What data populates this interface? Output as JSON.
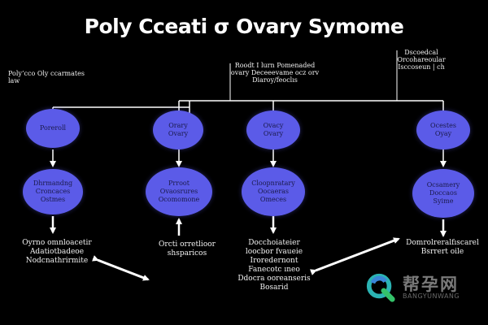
{
  "title": "Poly Cceati σ Ovary Symome",
  "notes": {
    "left": "Poly’cco Oly ccarmates\nlaw",
    "center": "Roodt I lurn Pomenaded\novary Deceeevame ocz orv\nDiaroy/feoclıs",
    "right": "Dscoedcal\nOrcohareoular\nIsccoseun | ch"
  },
  "nodes": {
    "top": [
      "Poreroll",
      "Orary\nOvary",
      "Ovacy\nOvary",
      "Ocestes\nOyay"
    ],
    "mid": [
      "Dhrmandng\nCroncaces\nOstmes",
      "Prroot\nOvaosrures\nOcomomone",
      "Cloopnratary\nOocaeras\nOmeces",
      "Ocsamery\nDoccaos\nSyime"
    ]
  },
  "captions": {
    "c1": "Oyrno omnloacetir\nAdatiotbadeoe\nNodcnathrirmite",
    "c2": "Orcti orretlioor\nshsparicos",
    "c3": "Docchoiateier\nloocbor fvaueie\nIroredernont\nFanecotc ıneo\nDdocra ooreanseris\nBosarid",
    "c4": "Domrolreralfıscarel\nBsrrert oile"
  },
  "watermark": {
    "cn": "帮孕网",
    "en": "BANGYUNWANG"
  },
  "colors": {
    "background": "#000000",
    "node_fill": "#5b5be8",
    "node_text": "#1a1a4a",
    "line": "#ffffff"
  }
}
